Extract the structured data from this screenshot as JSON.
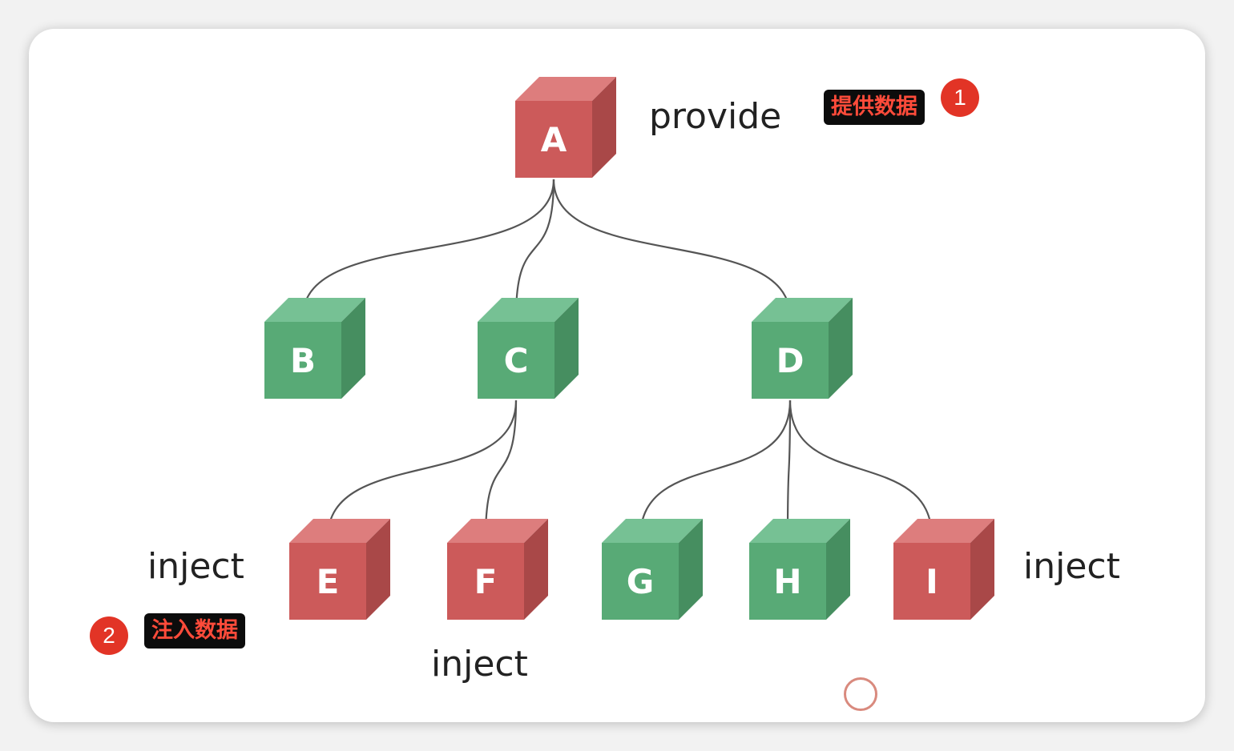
{
  "colors": {
    "provider_front": "#cc5a5a",
    "provider_top": "#dd7d7d",
    "provider_side": "#a94848",
    "node_front": "#58aa76",
    "node_top": "#76c194",
    "node_side": "#468e60",
    "edge": "#555555",
    "tag_bg": "#0c0c0c",
    "tag_text": "#ff4b3a",
    "badge": "#e23426"
  },
  "nodes": [
    {
      "id": "A",
      "letter": "A",
      "role": "provider"
    },
    {
      "id": "B",
      "letter": "B",
      "role": "normal"
    },
    {
      "id": "C",
      "letter": "C",
      "role": "normal"
    },
    {
      "id": "D",
      "letter": "D",
      "role": "normal"
    },
    {
      "id": "E",
      "letter": "E",
      "role": "injector"
    },
    {
      "id": "F",
      "letter": "F",
      "role": "injector"
    },
    {
      "id": "G",
      "letter": "G",
      "role": "normal"
    },
    {
      "id": "H",
      "letter": "H",
      "role": "normal"
    },
    {
      "id": "I",
      "letter": "I",
      "role": "injector"
    }
  ],
  "edges": [
    {
      "from": "A",
      "to": "B"
    },
    {
      "from": "A",
      "to": "C"
    },
    {
      "from": "A",
      "to": "D"
    },
    {
      "from": "C",
      "to": "E"
    },
    {
      "from": "C",
      "to": "F"
    },
    {
      "from": "D",
      "to": "G"
    },
    {
      "from": "D",
      "to": "H"
    },
    {
      "from": "D",
      "to": "I"
    }
  ],
  "labels": {
    "provide": "provide",
    "inject_left": "inject",
    "inject_bottom": "inject",
    "inject_right": "inject"
  },
  "annotations": {
    "tag_1": "提供数据",
    "badge_1": "1",
    "tag_2": "注入数据",
    "badge_2": "2"
  }
}
